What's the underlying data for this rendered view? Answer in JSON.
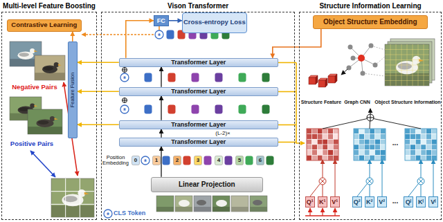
{
  "diagram": {
    "nodes": [
      {
        "text": [
          "Multi-level Feature Boosting"
        ]
      },
      {
        "text": [
          "Vison Transformer"
        ]
      },
      {
        "text": [
          "Structure Information Learning"
        ]
      },
      {
        "text": [
          "Contrastive Learning"
        ],
        "in": 0
      },
      {
        "text": [
          "Feature Fusion"
        ],
        "in": 0
      },
      {
        "text": [
          "FC"
        ],
        "in": 1
      },
      {
        "text": [
          "Cross-entropy Loss"
        ],
        "in": 1
      },
      {
        "text": [
          "Transformer Layer"
        ],
        "in": 1
      },
      {
        "text": [
          "Transformer Layer"
        ],
        "in": 1
      },
      {
        "text": [
          "Transformer Layer"
        ],
        "in": 1
      },
      {
        "text": [
          "Transformer Layer"
        ],
        "in": 1
      },
      {
        "text": [
          "Linear Projection"
        ],
        "in": 1
      },
      {
        "text": [
          "Object Structure Embedding"
        ],
        "in": 2
      },
      {
        "text": [
          "Q¹"
        ],
        "in": 2
      },
      {
        "text": [
          "K¹"
        ],
        "in": 2
      },
      {
        "text": [
          "V¹"
        ],
        "in": 2
      },
      {
        "text": [
          "Q²"
        ],
        "in": 2
      },
      {
        "text": [
          "K²"
        ],
        "in": 2
      },
      {
        "text": [
          "V²"
        ],
        "in": 2
      },
      {
        "text": [
          "Qˡ"
        ],
        "in": 2
      },
      {
        "text": [
          "Kˡ"
        ],
        "in": 2
      },
      {
        "text": [
          "Vˡ"
        ],
        "in": 2
      }
    ],
    "edges": [
      {
        "from": 5,
        "to": 6,
        "arrow": "to"
      },
      {
        "from": 11,
        "to": 10,
        "arrow": "to"
      },
      {
        "from": 10,
        "to": 9,
        "arrow": "to"
      },
      {
        "from": 9,
        "to": 8,
        "arrow": "to"
      },
      {
        "from": 8,
        "to": 7,
        "arrow": "to"
      },
      {
        "from": 7,
        "to": 5,
        "arrow": "to"
      },
      {
        "from": 7,
        "to": 4,
        "arrow": "to"
      },
      {
        "from": 8,
        "to": 4,
        "arrow": "to"
      },
      {
        "from": 9,
        "to": 4,
        "arrow": "to"
      },
      {
        "from": 4,
        "to": 3,
        "arrow": "to"
      },
      {
        "from": 12,
        "to": 7,
        "arrow": "to"
      }
    ],
    "labels": [
      "Negative Pairs",
      "Positive Pairs",
      "*",
      "*",
      "*",
      "(L-2)×",
      "Position Embedding",
      "0",
      "*",
      "1",
      "2",
      "3",
      "4",
      "5",
      "6",
      "Structure Feature",
      "Graph CNN",
      "Object Structure Information",
      "...",
      "...",
      "*"
    ],
    "legend": [
      {
        "text": "CLS Token"
      }
    ]
  }
}
